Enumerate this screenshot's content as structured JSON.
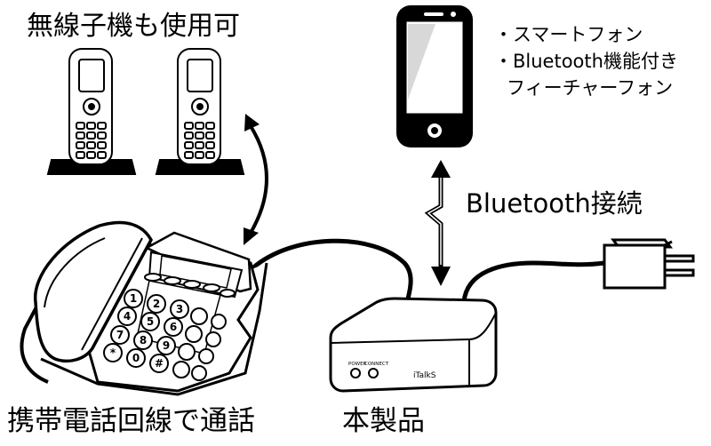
{
  "labels": {
    "handsets": "無線子機も使用可",
    "bullet1": "・スマートフォン",
    "bullet2": "・Bluetooth機能付き",
    "bullet3": "フィーチャーフォン",
    "bluetooth_connection": "Bluetooth接続",
    "mobile_call": "携帯電話回線で通話",
    "product": "本製品"
  },
  "device": {
    "power_label": "POWER",
    "connect_label": "CONNECT",
    "brand": "iTalkS"
  },
  "keypad": [
    "1",
    "2",
    "3",
    "4",
    "5",
    "6",
    "7",
    "8",
    "9",
    "*",
    "0",
    "#"
  ]
}
